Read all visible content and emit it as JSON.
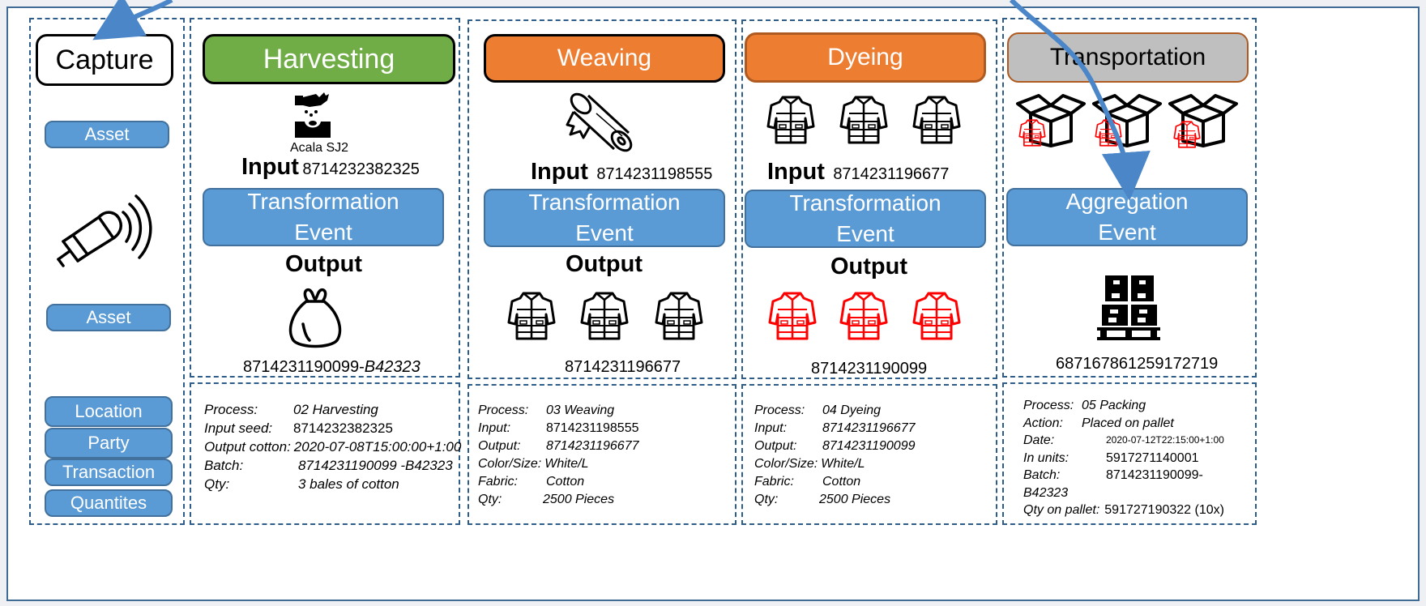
{
  "colors": {
    "harvesting": "#70ad47",
    "weaving": "#ed7d31",
    "dyeing": "#ed7d31",
    "transportation": "#bfbfbf",
    "event_blue": "#5b9bd5",
    "dashed_border": "#2e5d8a",
    "dyed_garment": "#ff0000"
  },
  "capture": {
    "title": "Capture",
    "asset_top": "Asset",
    "scanner_icon": "rfid-scanner-icon",
    "asset_bottom": "Asset",
    "attributes": [
      "Location",
      "Party",
      "Transaction",
      "Quantites"
    ]
  },
  "harvesting": {
    "title": "Harvesting",
    "seed_icon": "seed-planting-icon",
    "seed_label": "Acala SJ2",
    "input_label": "Input",
    "input_code": "8714232382325",
    "event_line1": "Transformation",
    "event_line2": "Event",
    "output_label": "Output",
    "output_icon": "cotton-bag-icon",
    "output_code": "8714231190099-",
    "output_batch": "B42323",
    "details": [
      {
        "k": "Process:",
        "v": "02 Harvesting"
      },
      {
        "k": "Input seed:",
        "v": "8714232382325"
      },
      {
        "k": "Output cotton:",
        "v": "2020-07-08T15:00:00+1:00"
      },
      {
        "k": "Batch:",
        "v": "8714231190099 -B42323"
      },
      {
        "k": "Qty:",
        "v": "3 bales of cotton"
      }
    ]
  },
  "weaving": {
    "title": "Weaving",
    "input_icon": "fabric-roll-icon",
    "input_label": "Input",
    "input_code": "8714231198555",
    "event_line1": "Transformation",
    "event_line2": "Event",
    "output_label": "Output",
    "output_icon": "garment-icon",
    "output_code": "8714231196677",
    "details": [
      {
        "k": "Process:",
        "v": "03 Weaving"
      },
      {
        "k": "Input:",
        "v": "8714231198555"
      },
      {
        "k": "Output:",
        "v": "8714231196677"
      },
      {
        "k": "Color/Size:",
        "v": "White/L"
      },
      {
        "k": "Fabric:",
        "v": "Cotton"
      },
      {
        "k": "Qty:",
        "v": "2500 Pieces"
      }
    ]
  },
  "dyeing": {
    "title": "Dyeing",
    "input_icon": "garment-icon",
    "input_label": "Input",
    "input_code": "8714231196677",
    "event_line1": "Transformation",
    "event_line2": "Event",
    "output_label": "Output",
    "output_icon": "red-garment-icon",
    "output_code": "8714231190099",
    "details": [
      {
        "k": "Process:",
        "v": "04 Dyeing"
      },
      {
        "k": "Input:",
        "v": "8714231196677"
      },
      {
        "k": "Output:",
        "v": "8714231190099"
      },
      {
        "k": "Color/Size:",
        "v": "White/L"
      },
      {
        "k": "Fabric:",
        "v": "Cotton"
      },
      {
        "k": "Qty:",
        "v": "2500 Pieces"
      }
    ]
  },
  "transportation": {
    "title": "Transportation",
    "box_icon": "open-box-icon",
    "event_line1": "Aggregation",
    "event_line2": "Event",
    "pallet_icon": "pallet-boxes-icon",
    "output_code": "687167861259172719",
    "details": [
      {
        "k": "Process:",
        "v": "05 Packing"
      },
      {
        "k": "Action:",
        "v": "Placed on pallet"
      },
      {
        "k": "Date:",
        "v": "2020-07-12T22:15:00+1:00"
      },
      {
        "k": "In units:",
        "v": "5917271140001"
      },
      {
        "k": "Batch:",
        "v": "8714231190099-"
      },
      {
        "k": "",
        "v": "B42323"
      },
      {
        "k": "Qty on pallet:",
        "v": "591727190322 (10x)"
      }
    ]
  }
}
